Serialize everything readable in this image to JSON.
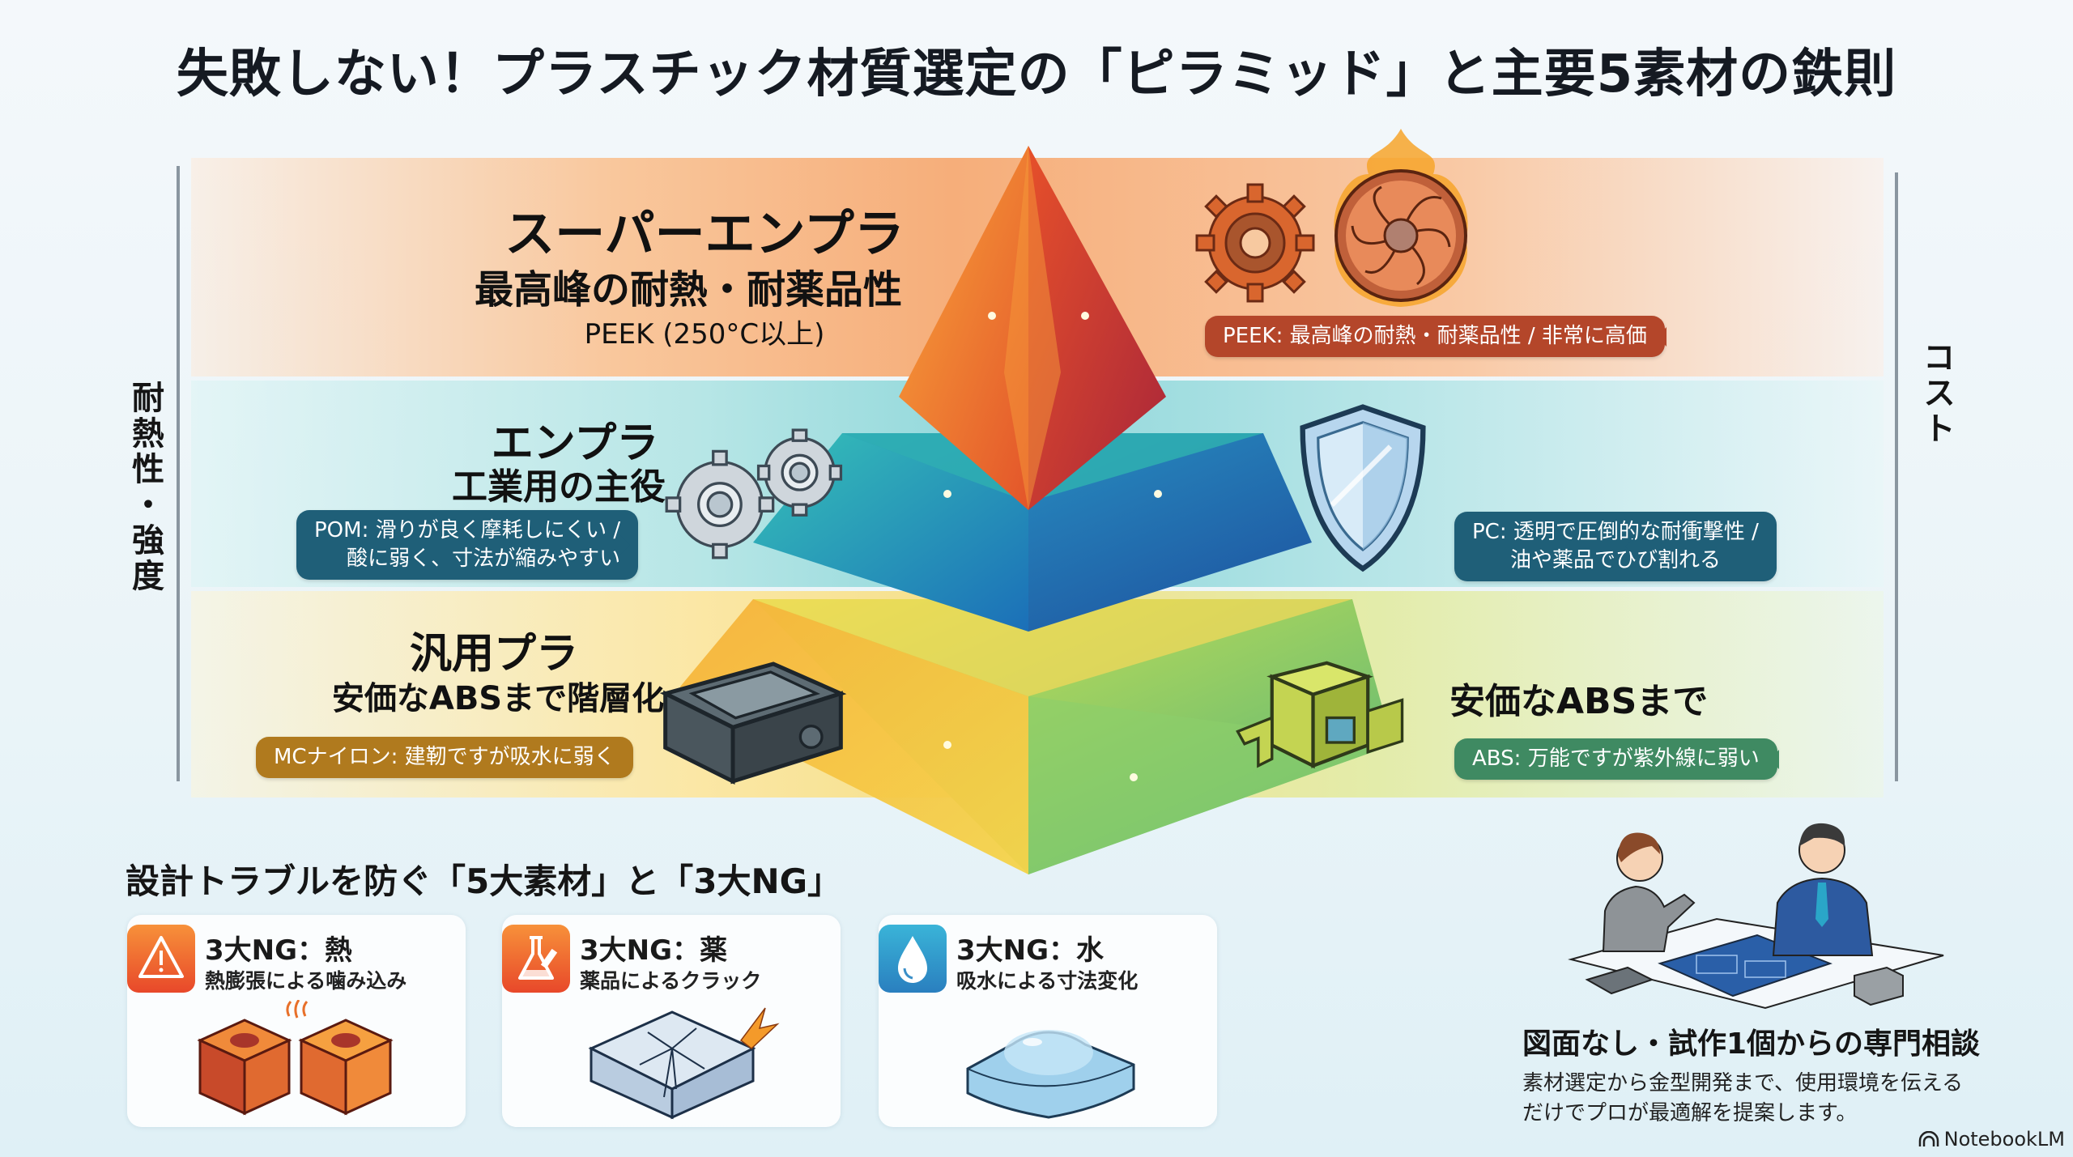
{
  "title": "失敗しない！プラスチック材質選定の「ピラミッド」と主要5素材の鉄則",
  "axes": {
    "left_label": "耐熱性・強度",
    "right_label": "コスト"
  },
  "pyramid": {
    "tiers": [
      {
        "name": "スーパーエンプラ",
        "subtitle": "最高峰の耐熱・耐薬品性",
        "note": "PEEK (250°C以上)",
        "color": "#e8572a",
        "callout": "PEEK: 最高峰の耐熱・耐薬品性 / 非常に高価",
        "callout_color": "#b4462a",
        "icons": [
          "gear-icon",
          "turbine-fan-icon"
        ]
      },
      {
        "name": "エンプラ",
        "subtitle": "工業用の主役",
        "callout_left_line1": "POM: 滑りが良く摩耗しにくい /",
        "callout_left_line2": "酸に弱く、寸法が縮みやすい",
        "callout_right_line1": "PC: 透明で圧倒的な耐衝撃性 /",
        "callout_right_line2": "油や薬品でひび割れる",
        "color": "#1f7fbf",
        "callout_color": "#1f5f78",
        "icons": [
          "gears-icon",
          "shield-icon"
        ]
      },
      {
        "name": "汎用プラ",
        "subtitle": "安価なABSまで階層化",
        "right_text": "安価なABSまで",
        "callout_left": "MCナイロン: 建靭ですが吸水に弱く",
        "callout_right": "ABS: 万能ですが紫外線に弱い",
        "color": "#f2c230",
        "callout_left_color": "#b07a1e",
        "callout_right_color": "#3f8a62",
        "icons": [
          "enclosure-box-icon",
          "molded-part-icon"
        ]
      }
    ]
  },
  "ng_section": {
    "title": "設計トラブルを防ぐ「5大素材」と「3大NG」",
    "cards": [
      {
        "title": "3大NG：熱",
        "desc": "熱膨張による噛み込み",
        "icon": "warning-icon",
        "illustration": "hot-blocks-icon"
      },
      {
        "title": "3大NG：薬",
        "desc": "薬品によるクラック",
        "icon": "flask-icon",
        "illustration": "cracked-block-icon"
      },
      {
        "title": "3大NG：水",
        "desc": "吸水による寸法変化",
        "icon": "water-drop-icon",
        "illustration": "swollen-block-icon"
      }
    ]
  },
  "consult": {
    "title": "図面なし・試作1個からの専門相談",
    "body_line1": "素材選定から金型開発まで、使用環境を伝える",
    "body_line2": "だけでプロが最適解を提案します。"
  },
  "brand": {
    "label": "NotebookLM"
  }
}
